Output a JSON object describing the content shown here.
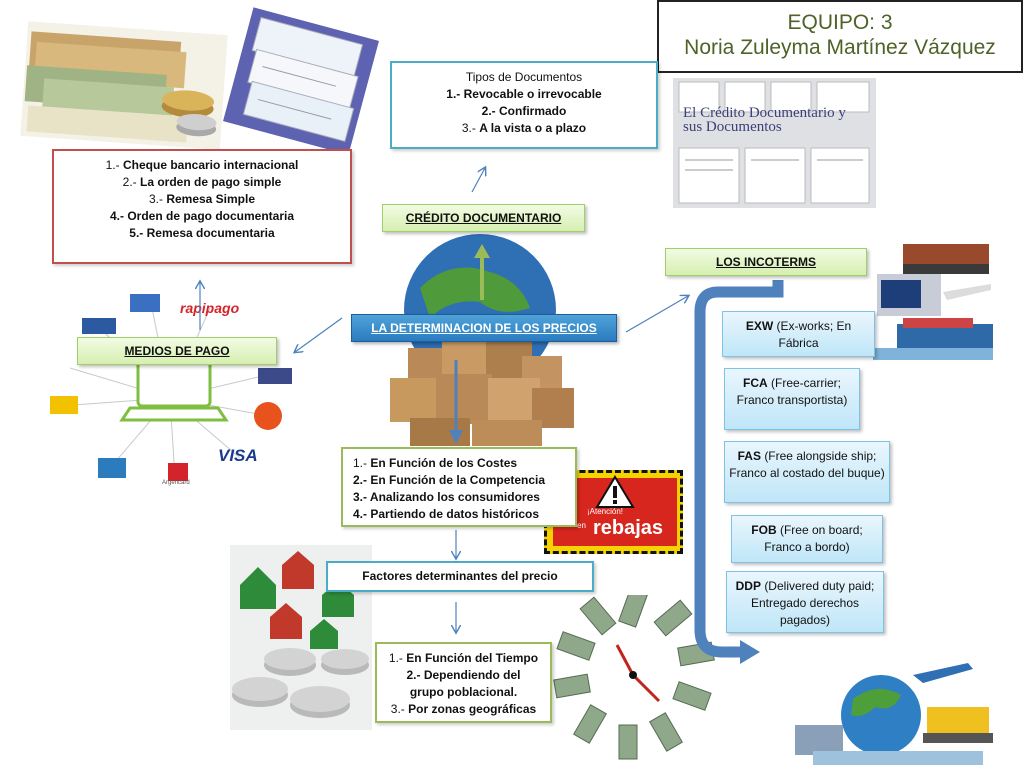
{
  "team": {
    "equipo": "EQUIPO: 3",
    "name": "Noria Zuleyma Martínez Vázquez"
  },
  "center_label": "LA DETERMINACION DE LOS PRECIOS",
  "credito": {
    "label": "CRÉDITO DOCUMENTARIO",
    "types_title": "Tipos de Documentos",
    "types": [
      {
        "num": "1.-",
        "text": "Revocable o irrevocable"
      },
      {
        "num": "2.-",
        "text": "Confirmado"
      },
      {
        "num": "3.-",
        "text": "A la vista o a plazo"
      }
    ],
    "book_title": "El Crédito Documentario y sus Documentos"
  },
  "medios": {
    "label": "MEDIOS DE PAGO",
    "items": [
      {
        "num": "1.-",
        "text": "Cheque bancario internacional"
      },
      {
        "num": "2.-",
        "text": "La orden de pago simple"
      },
      {
        "num": "3.-",
        "text": "Remesa Simple"
      },
      {
        "num": "4.-",
        "text": "Orden de pago documentaria"
      },
      {
        "num": "5.-",
        "text": "Remesa documentaria"
      }
    ],
    "brands": [
      "rapipago",
      "VISA",
      "Argencard"
    ]
  },
  "incoterms": {
    "label": "LOS INCOTERMS",
    "items": [
      {
        "code": "EXW",
        "desc": "(Ex-works; En Fábrica"
      },
      {
        "code": "FCA",
        "desc": "(Free-carrier; Franco transportista)"
      },
      {
        "code": "FAS",
        "desc": "(Free alongside ship; Franco al costado del buque)"
      },
      {
        "code": "FOB",
        "desc": "(Free on board; Franco a bordo)"
      },
      {
        "code": "DDP",
        "desc": "(Delivered duty paid; Entregado derechos pagados)"
      }
    ]
  },
  "metodos": [
    {
      "num": "1.-",
      "text": "En Función de los Costes"
    },
    {
      "num": "2.-",
      "text": "En Función de la Competencia"
    },
    {
      "num": "3.-",
      "text": "Analizando los consumidores"
    },
    {
      "num": "4.-",
      "text": "Partiendo de datos históricos"
    }
  ],
  "sale_sign": {
    "top": "¡Atención!",
    "mid": "en",
    "big": "rebajas"
  },
  "factores": {
    "label": "Factores determinantes del precio",
    "items": [
      {
        "num": "1.-",
        "text": "En Función del Tiempo"
      },
      {
        "num": "2.-",
        "text": "Dependiendo del grupo poblacional."
      },
      {
        "num": "3.-",
        "text": "Por zonas geográficas"
      }
    ]
  },
  "colors": {
    "red_border": "#c0504d",
    "blue_border": "#4bacc6",
    "green_border": "#9bbb59",
    "arrow_blue": "#4f81bd",
    "title_green": "#4f6228"
  }
}
